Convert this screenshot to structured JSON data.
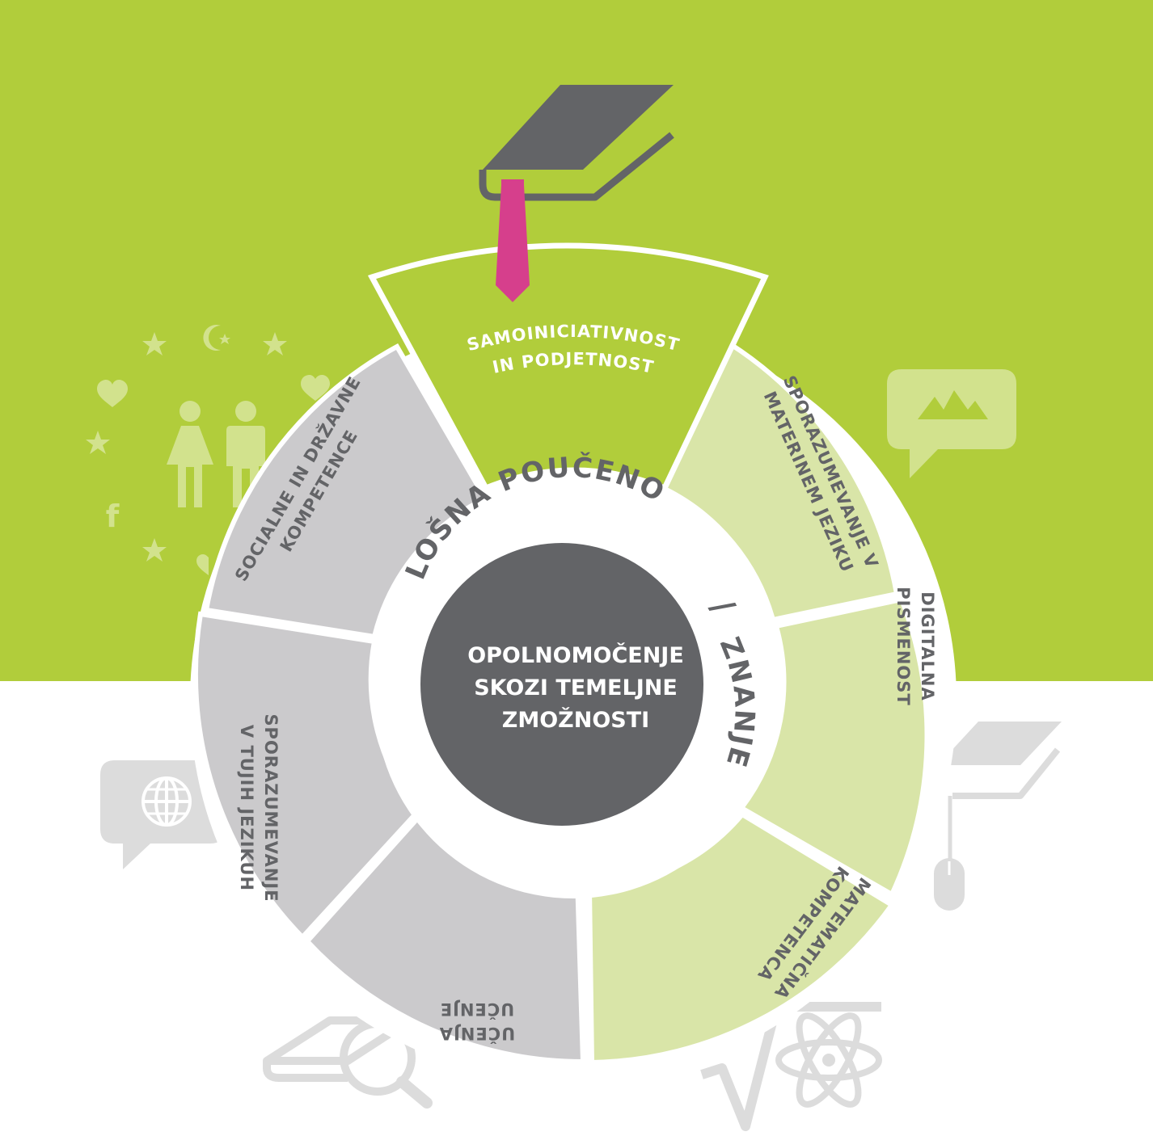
{
  "colors": {
    "band_green": "#b1cd3b",
    "segment_grey": "#cbcacc",
    "segment_light_green": "#d9e5a8",
    "segment_top_green": "#b1cd3b",
    "center_dark": "#636467",
    "text_dark": "#636467",
    "tie_pink": "#d63f8c",
    "icon_on_green": "#d2e28d",
    "icon_on_white": "#dcdcdc",
    "white": "#ffffff"
  },
  "center": {
    "line1": "OPOLNOMOČENJE",
    "line2": "SKOZI TEMELJNE",
    "line3": "ZMOŽNOSTI"
  },
  "ring": {
    "left": "SPLOŠNA POUČENOST",
    "right": "ZNANJE",
    "separator": "/"
  },
  "segments": {
    "top": {
      "line1": "SAMOINICIATIVNOST",
      "line2": "IN PODJETNOST"
    },
    "mother_tongue": {
      "line1": "SPORAZUMEVANJE V",
      "line2": "MATERINEM JEZIKU"
    },
    "digital": {
      "line1": "DIGITALNA",
      "line2": "PISMENOST"
    },
    "math": {
      "line1": "MATEMATIČNA",
      "line2": "KOMPETENCA"
    },
    "learning": {
      "line1": "UČENJA",
      "line2": "UČENJE"
    },
    "foreign": {
      "line1": "SPORAZUMEVANJE",
      "line2": "V TUJIH JEZIKUH"
    },
    "social": {
      "line1": "SOCIALNE IN DRŽAVNE",
      "line2": "KOMPETENCE"
    }
  },
  "icons": [
    "graduation-book-icon",
    "tie-icon",
    "star-icon",
    "crescent-star-icon",
    "heart-icon",
    "woman-icon",
    "man-icon",
    "facebook-icon",
    "speech-bubble-mountains-icon",
    "speech-bubble-globe-icon",
    "graduation-cap-mouse-icon",
    "book-magnifier-icon",
    "square-root-icon",
    "atom-icon"
  ]
}
